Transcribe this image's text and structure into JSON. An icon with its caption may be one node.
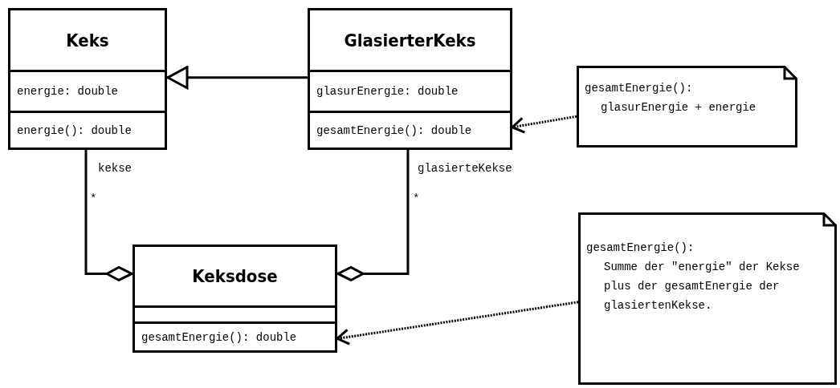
{
  "diagram": {
    "nodes": [
      {
        "text": [
          "Keks",
          "energie: double",
          "energie(): double"
        ]
      },
      {
        "text": [
          "GlasierterKeks",
          "glasurEnergie: double",
          "gesamtEnergie(): double"
        ]
      },
      {
        "text": [
          "gesamtEnergie():",
          "glasurEnergie + energie"
        ]
      },
      {
        "text": [
          "Keksdose",
          "gesamtEnergie(): double"
        ]
      },
      {
        "text": [
          "gesamtEnergie():",
          "Summe der \"energie\" der Kekse plus der gesamtEnergie der glasiertenKekse."
        ]
      }
    ],
    "edges": [
      {
        "from": 1,
        "to": 0,
        "arrow": "to"
      },
      {
        "from": 0,
        "to": 3,
        "arrow": "other",
        "label": "kekse"
      },
      {
        "from": 1,
        "to": 3,
        "arrow": "other",
        "label": "glasierteKekse"
      },
      {
        "from": 2,
        "to": 1,
        "arrow": "to",
        "style": "dashed"
      },
      {
        "from": 4,
        "to": 3,
        "arrow": "to",
        "style": "dashed"
      }
    ],
    "labels": [
      "*",
      "*"
    ]
  }
}
